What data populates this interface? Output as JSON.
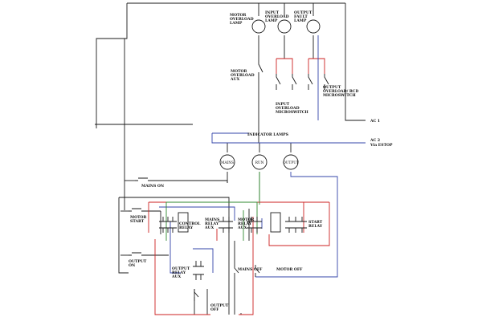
{
  "colors": {
    "black": "#1a1a1a",
    "red": "#cc2222",
    "blue": "#3344aa",
    "green": "#2f8a2f",
    "background": "#ffffff"
  },
  "lamps": {
    "motor_overload": "MOTOR OVERLOAD LAMP",
    "input_overload": "INPUT OVERLOAD LAMP",
    "output_fault": "OUTPUT FAULT LAMP",
    "mains": "MAINS",
    "run": "RUN",
    "output": "OUTPUT"
  },
  "labels": {
    "motor_overload_aux": "MOTOR OVERLOAD AUX",
    "input_overload_microswitch": "INPUT OVERLOAD MICROSWITCH",
    "output_overload_rcd_microswitch": "OUTPUT OVERLOAD/ RCD MICROSWITCH",
    "ac1": "AC 1",
    "ac2": "AC 2",
    "via_estop": "Via ESTOP",
    "indicator_lamps": "INDICATOR LAMPS",
    "mains_on": "MAINS ON",
    "motor_start": "MOTOR START",
    "control_relay": "CONTROL RELAY",
    "mains_relay_aux": "MAINS RELAY AUX",
    "motor_relay_aux": "MOTOR RELAY AUX",
    "start_relay": "START RELAY",
    "output_on": "OUTPUT ON",
    "output_relay_aux": "OUTPUT RELAY AUX",
    "mains_off": "MAINS OFF",
    "motor_off": "MOTOR OFF",
    "output_off": "OUTPUT OFF"
  }
}
